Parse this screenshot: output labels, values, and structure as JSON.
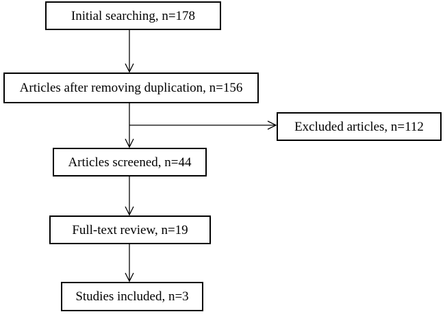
{
  "flowchart": {
    "initial_search": "Initial searching, n=178",
    "after_dedup": "Articles after removing duplication, n=156",
    "excluded": "Excluded articles, n=112",
    "screened": "Articles screened, n=44",
    "full_text": "Full-text review, n=19",
    "included": "Studies included, n=3"
  }
}
